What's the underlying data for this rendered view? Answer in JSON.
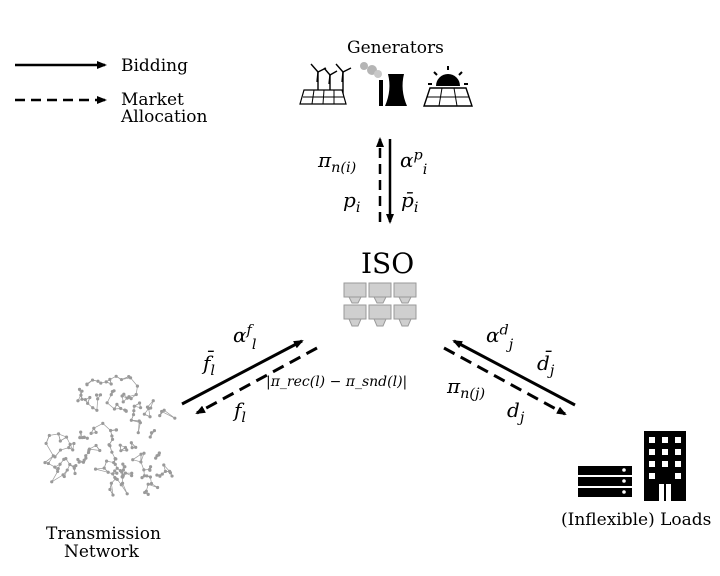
{
  "legend": {
    "bidding": "Bidding",
    "market_line1": "Market",
    "market_line2": "Allocation"
  },
  "nodes": {
    "generators": "Generators",
    "iso": "ISO",
    "network_line1": "Transmission",
    "network_line2": "Network",
    "loads": "(Inflexible) Loads"
  },
  "labels": {
    "gen_price": {
      "base": "π",
      "sub": "n(i)"
    },
    "gen_alpha": {
      "base": "α",
      "sup": "p",
      "sub": "i"
    },
    "gen_p": {
      "base": "p",
      "sub": "i"
    },
    "gen_pbar": {
      "base": "p̄",
      "sub": "i"
    },
    "net_alpha": {
      "base": "α",
      "sup": "f",
      "sub": "l"
    },
    "net_fbar": {
      "base": "f̄",
      "sub": "l"
    },
    "net_f": {
      "base": "f",
      "sub": "l"
    },
    "net_diff": "|π_rec(l) − π_snd(l)|",
    "load_alpha": {
      "base": "α",
      "sup": "d",
      "sub": "j"
    },
    "load_dbar": {
      "base": "d̄",
      "sub": "j"
    },
    "load_price": {
      "base": "π",
      "sub": "n(j)"
    },
    "load_d": {
      "base": "d",
      "sub": "j"
    }
  },
  "icons": [
    "wind-turbine-icon",
    "solar-panel-icon",
    "power-plant-icon",
    "sun-icon",
    "server-rack-icon",
    "building-icon",
    "network-graph-icon",
    "server-grid-icon"
  ],
  "colors": {
    "ink": "#000000",
    "gray": "#9a9a9a",
    "light_gray": "#c8c8c8"
  }
}
